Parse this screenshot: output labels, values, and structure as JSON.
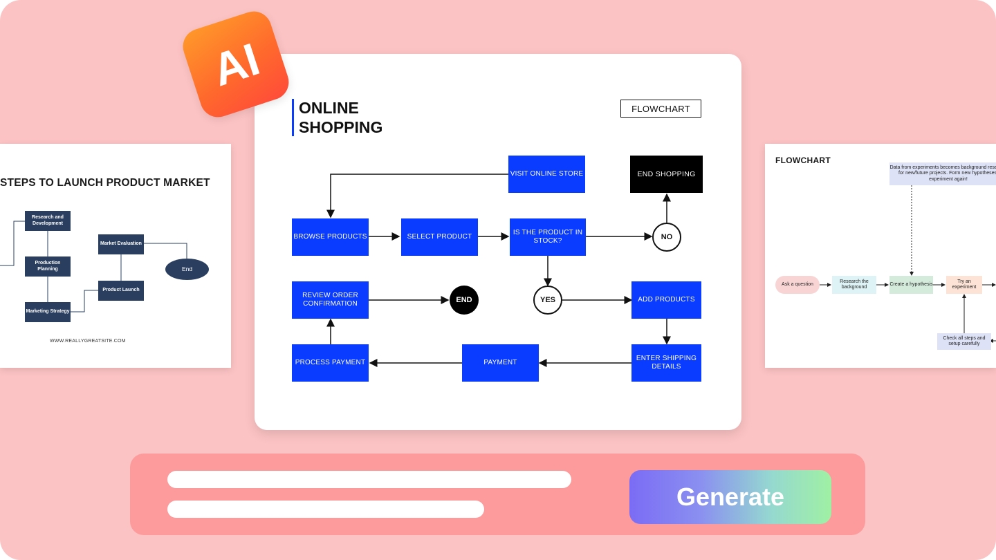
{
  "badge": {
    "label": "AI"
  },
  "left_card": {
    "title": "STEPS TO LAUNCH PRODUCT MARKET",
    "nodes": {
      "research": "Research and Development",
      "production": "Production Planning",
      "marketing": "Marketing Strategy",
      "evaluation": "Market Evaluation",
      "launch": "Product Launch",
      "end": "End"
    },
    "site": "WWW.REALLYGREATSITE.COM"
  },
  "main_card": {
    "title": "ONLINE SHOPPING",
    "tag": "FLOWCHART",
    "nodes": {
      "visit": "VISIT ONLINE STORE",
      "end_shopping": "END SHOPPING",
      "browse": "BROWSE PRODUCTS",
      "select": "SELECT PRODUCT",
      "in_stock": "IS THE PRODUCT IN STOCK?",
      "no": "NO",
      "review": "REVIEW ORDER CONFIRMATION",
      "end": "END",
      "yes": "YES",
      "add": "ADD PRODUCTS",
      "process": "PROCESS PAYMENT",
      "payment": "PAYMENT",
      "shipping": "ENTER SHIPPING DETAILS"
    }
  },
  "right_card": {
    "title": "FLOWCHART",
    "nodes": {
      "data": "Data from experiments becomes background research for new/future projects. Form new hypotheses, experiment again!",
      "ask": "Ask a question",
      "research": "Research the background",
      "hypothesis": "Create a hypothesis",
      "try": "Try an experiment",
      "check": "Check all steps and setup carefully"
    }
  },
  "prompt_panel": {
    "generate_label": "Generate"
  },
  "colors": {
    "background": "#fcc3c4",
    "panel": "#fd9a9b",
    "flow_blue": "#0a3cff",
    "navy": "#2a3f5f"
  }
}
